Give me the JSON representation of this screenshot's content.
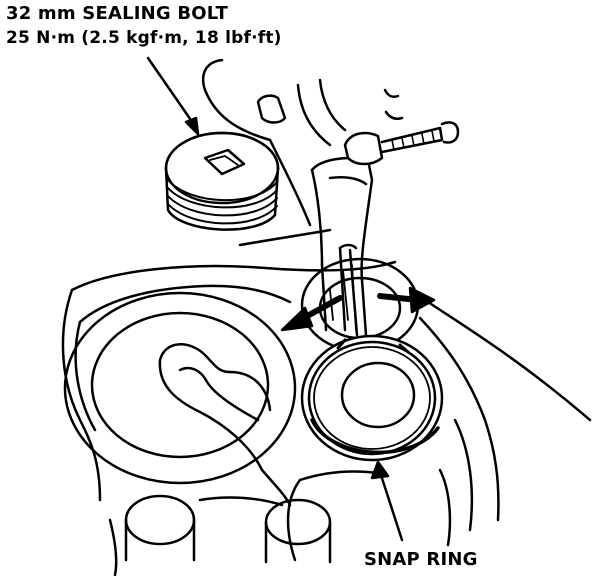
{
  "labels": {
    "bolt_line1": "32 mm SEALING BOLT",
    "bolt_line2": "25 N·m (2.5 kgf·m, 18 lbf·ft)",
    "snap_ring": "SNAP RING"
  },
  "colors": {
    "ink": "#000000",
    "paper": "#ffffff"
  }
}
